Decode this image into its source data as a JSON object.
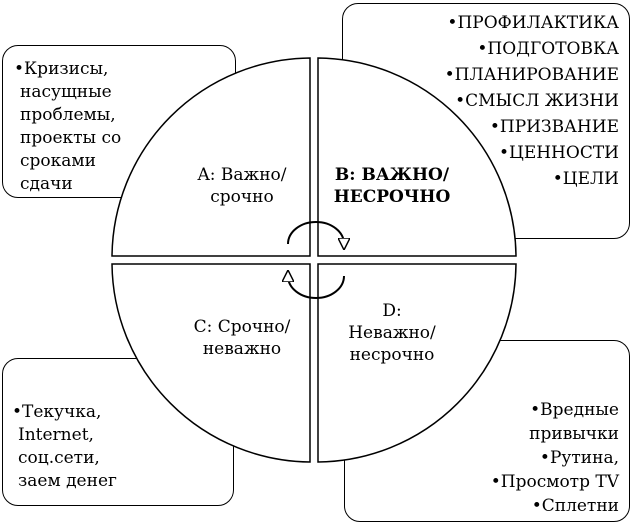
{
  "boxes": {
    "a": {
      "items": [
        "•Кризисы,",
        "насущные",
        "проблемы,",
        "проекты со",
        "сроками",
        "сдачи"
      ]
    },
    "b": {
      "items": [
        "•ПРОФИЛАКТИКА",
        "•ПОДГОТОВКА",
        "•ПЛАНИРОВАНИЕ",
        "•СМЫСЛ ЖИЗНИ",
        "•ПРИЗВАНИЕ",
        "•ЦЕННОСТИ",
        "•ЦЕЛИ"
      ]
    },
    "c": {
      "items": [
        "•Текучка,",
        "Internet,",
        "соц.сети,",
        "заем денег"
      ]
    },
    "d": {
      "items": [
        "•Вредные",
        "привычки",
        "•Рутина,",
        "•Просмотр TV",
        "•Сплетни"
      ]
    }
  },
  "quadrants": {
    "a": {
      "line1": "A: Важно/",
      "line2": "срочно"
    },
    "b": {
      "line1": "B: ВАЖНО/",
      "line2": "НЕСРОЧНО"
    },
    "c": {
      "line1": "C: Срочно/",
      "line2": "неважно"
    },
    "d": {
      "line1": "D:",
      "line2": "Неважно/",
      "line3": "несрочно"
    }
  }
}
